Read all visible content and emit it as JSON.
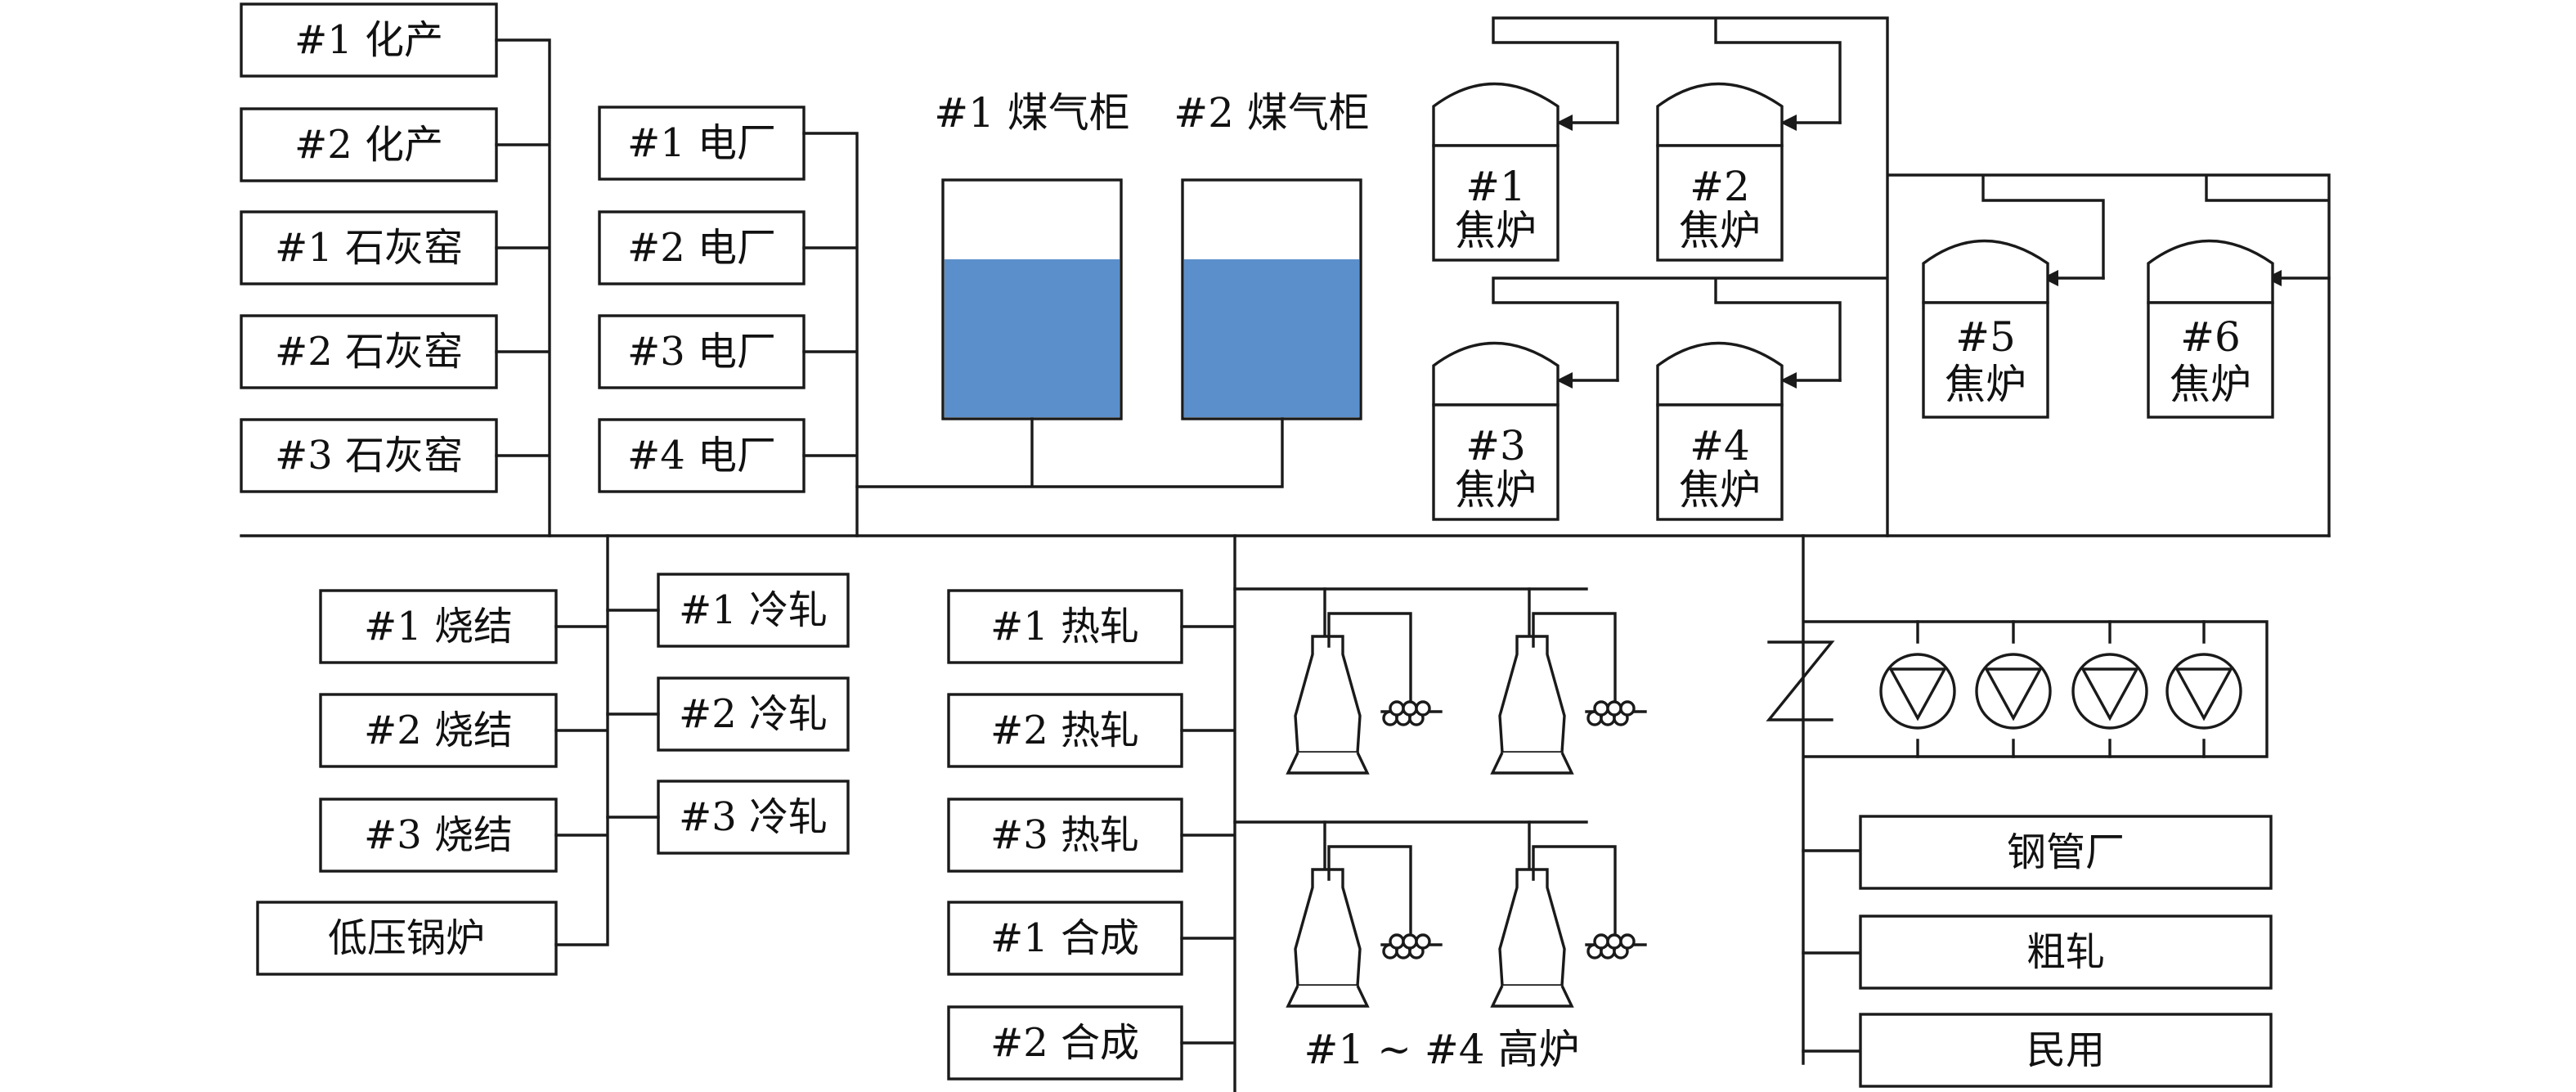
{
  "colors": {
    "gas": "#5b8fcb",
    "line": "#1a1a1a",
    "background": "#ffffff"
  },
  "consumers_top_left": [
    "#1 化产",
    "#2 化产",
    "#1 石灰窑",
    "#2 石灰窑",
    "#3 石灰窑"
  ],
  "power_plants": [
    "#1 电厂",
    "#2 电厂",
    "#3 电厂",
    "#4 电厂"
  ],
  "gas_holders": [
    {
      "label": "#1 煤气柜",
      "fill_level": 0.67
    },
    {
      "label": "#2 煤气柜",
      "fill_level": 0.67
    }
  ],
  "coke_ovens": [
    {
      "num": "#1",
      "name": "焦炉"
    },
    {
      "num": "#2",
      "name": "焦炉"
    },
    {
      "num": "#3",
      "name": "焦炉"
    },
    {
      "num": "#4",
      "name": "焦炉"
    },
    {
      "num": "#5",
      "name": "焦炉"
    },
    {
      "num": "#6",
      "name": "焦炉"
    }
  ],
  "sintering": [
    "#1 烧结",
    "#2 烧结",
    "#3 烧结",
    "低压锅炉"
  ],
  "cold_rolling": [
    "#1 冷轧",
    "#2 冷轧",
    "#3 冷轧"
  ],
  "hot_rolling": [
    "#1 热轧",
    "#2 热轧",
    "#3 热轧",
    "#1 合成",
    "#2 合成"
  ],
  "blast_furnace_caption": "#1 ~ #4 高炉",
  "pump_station": {
    "compressor_icon": "compressor-icon",
    "pump_icon": "pump-icon",
    "pump_count": 4
  },
  "downstream_users": [
    "钢管厂",
    "粗轧",
    "民用"
  ]
}
